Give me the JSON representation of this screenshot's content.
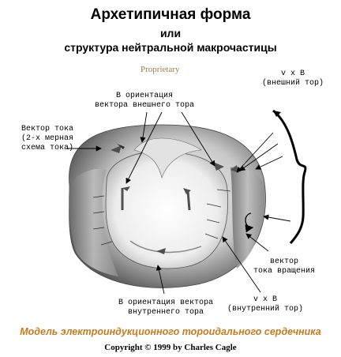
{
  "title": {
    "line1": "Архетипичная форма",
    "line2": "или",
    "line3": "структура нейтральной макрочастицы"
  },
  "stamp": "Proprietary",
  "labels": {
    "outer_orientation": "В ориентация\nвектора внешнего тора",
    "current_vector": "Вектор тока\n(2-х мерная\nсхема тока)",
    "vxb_outer": "v x B\n(внешний тор)",
    "rotation_vector": "вектор\nтока вращения",
    "inner_orientation": "В ориентация вектора\nвнутреннего тора",
    "vxb_inner": "v x B\n(внутренний тор)"
  },
  "caption": "Модель электроиндукционного тороидального сердечника",
  "copyright": "Copyright © 1999 by Charles Cagle",
  "colors": {
    "caption": "#c87a1e",
    "stamp": "#a07a4a",
    "torus_light": "#f2f2f2",
    "torus_dark": "#6e6e6e"
  }
}
